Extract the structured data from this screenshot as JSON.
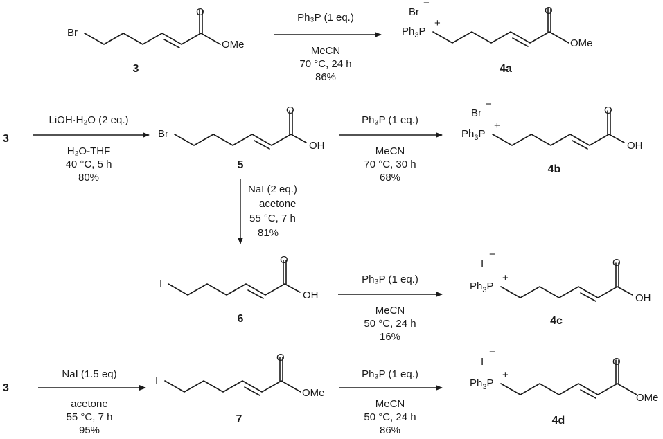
{
  "compounds": {
    "c3": "3",
    "c4a": "4a",
    "c4b": "4b",
    "c4c": "4c",
    "c4d": "4d",
    "c5": "5",
    "c6": "6",
    "c7": "7"
  },
  "atoms": {
    "br": "Br",
    "iodo": "I",
    "oxygen": "O",
    "ome": "OMe",
    "oh": "OH",
    "ph3p_main": "Ph",
    "ph3p_sub": "3",
    "ph3p_tail": "P",
    "plus": "+",
    "minus": "−",
    "br_anion": "Br",
    "i_anion": "I"
  },
  "reactions": {
    "r1": {
      "above": [
        "Ph₃P (1 eq.)"
      ],
      "below": [
        "MeCN",
        "70 °C, 24 h",
        "86%"
      ]
    },
    "r2": {
      "above": [
        "LiOH·H₂O (2 eq.)"
      ],
      "below": [
        "H₂O-THF",
        "40 °C, 5 h",
        "80%"
      ]
    },
    "r3": {
      "above": [
        "Ph₃P (1 eq.)"
      ],
      "below": [
        "MeCN",
        "70 °C, 30 h",
        "68%"
      ]
    },
    "r4": {
      "side": [
        "NaI (2 eq.)",
        "acetone",
        "55 °C, 7 h",
        "81%"
      ]
    },
    "r5": {
      "above": [
        "Ph₃P (1 eq.)"
      ],
      "below": [
        "MeCN",
        "50 °C, 24 h",
        "16%"
      ]
    },
    "r6": {
      "above": [
        "NaI (1.5 eq)"
      ],
      "below": [
        "acetone",
        "55 °C, 7 h",
        "95%"
      ]
    },
    "r7": {
      "above": [
        "Ph₃P (1 eq.)"
      ],
      "below": [
        "MeCN",
        "50 °C, 24 h",
        "86%"
      ]
    }
  }
}
